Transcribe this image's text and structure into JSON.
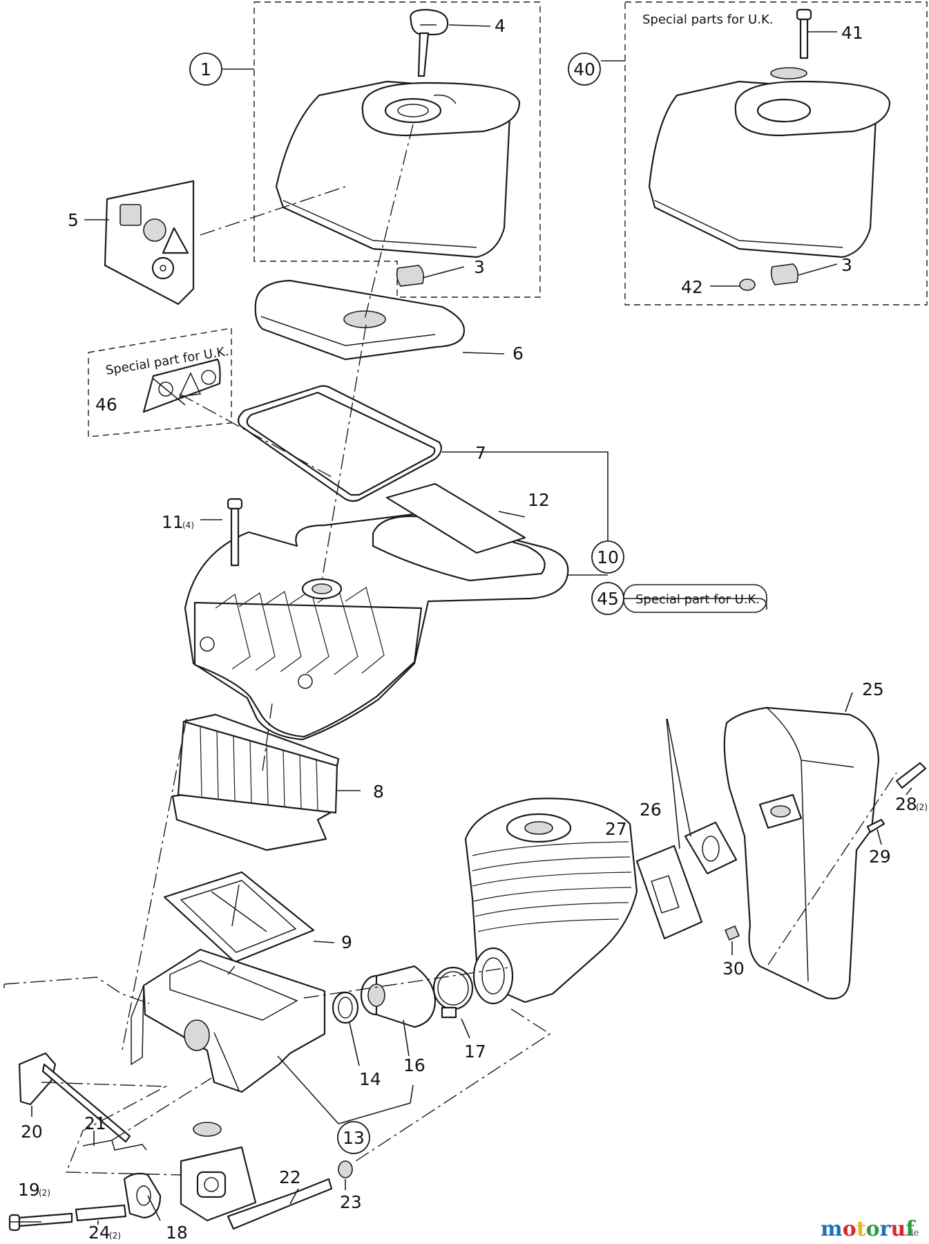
{
  "diagram": {
    "notes": {
      "uk_parts": "Special parts for U.K.",
      "uk_part_46": "Special part for U.K.",
      "uk_part_45": "Special part for U.K."
    },
    "callouts": {
      "c1": "1",
      "c3a": "3",
      "c3b": "3",
      "c4": "4",
      "c5": "5",
      "c6": "6",
      "c7": "7",
      "c8": "8",
      "c9": "9",
      "c10": "10",
      "c11": "11",
      "c11q": "(4)",
      "c12": "12",
      "c13": "13",
      "c14": "14",
      "c16": "16",
      "c17": "17",
      "c18": "18",
      "c19": "19",
      "c19q": "(2)",
      "c20": "20",
      "c21": "21",
      "c22": "22",
      "c23": "23",
      "c24": "24",
      "c24q": "(2)",
      "c25": "25",
      "c26": "26",
      "c27": "27",
      "c28": "28",
      "c28q": "(2)",
      "c29": "29",
      "c30": "30",
      "c40": "40",
      "c41": "41",
      "c42": "42",
      "c45": "45",
      "c46": "46"
    },
    "watermark": {
      "brand_main": "motoruf",
      "brand_suffix": ".de",
      "colors": [
        "#1d6fb8",
        "#d9262c",
        "#f2b21b",
        "#2a9d3c",
        "#1d6fb8",
        "#d9262c",
        "#2a9d3c"
      ]
    }
  }
}
